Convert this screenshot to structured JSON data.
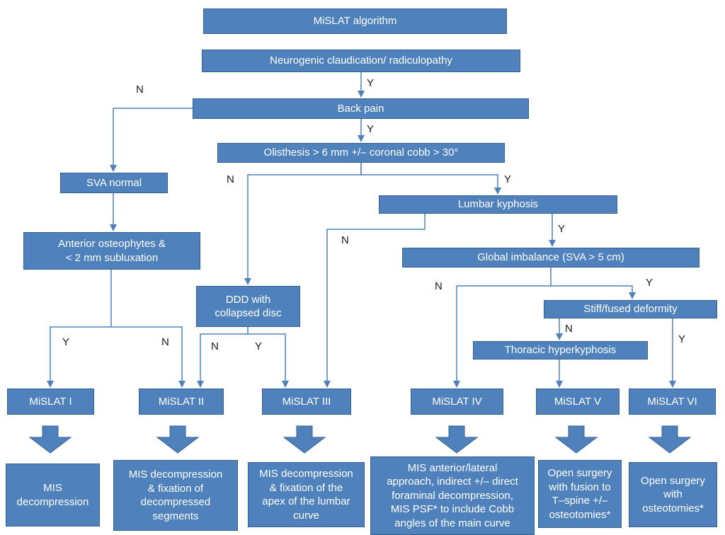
{
  "colors": {
    "background": "#ffffff",
    "box_fill": "#4f81bd",
    "box_border": "#36618e",
    "box_text": "#ffffff",
    "connector": "#4f81bd",
    "edge_label": "#1a1a1a"
  },
  "title": "MiSLAT algorithm",
  "nodes": {
    "neurogenic": "Neurogenic claudication/ radiculopathy",
    "back_pain": "Back pain",
    "olisthesis": "Olisthesis > 6 mm +/– coronal cobb > 30°",
    "sva_normal": "SVA normal",
    "lumbar_kyphosis": "Lumbar kyphosis",
    "anterior_osteophytes": "Anterior osteophytes &\n< 2 mm subluxation",
    "global_imbalance": "Global imbalance  (SVA > 5 cm)",
    "ddd": "DDD with\ncollapsed disc",
    "stiff_fused": "Stiff/fused deformity",
    "thoracic_hyperkyphosis": "Thoracic hyperkyphosis"
  },
  "mislat": [
    "MiSLAT I",
    "MiSLAT II",
    "MiSLAT III",
    "MiSLAT IV",
    "MiSLAT V",
    "MiSLAT VI"
  ],
  "outcomes": [
    "MIS\ndecompression",
    "MIS decompression\n& fixation of\ndecompressed\nsegments",
    "MIS decompression\n& fixation of the\napex of the lumbar\ncurve",
    "MIS anterior/lateral\napproach, indirect +/– direct\nforaminal decompression,\nMIS PSF* to include Cobb\nangles of the main curve",
    "Open surgery\nwith fusion to\nT–spine +/–\nosteotomies*",
    "Open surgery\nwith\nosteotomies*"
  ],
  "edge_labels": {
    "yes": "Y",
    "no": "N"
  }
}
